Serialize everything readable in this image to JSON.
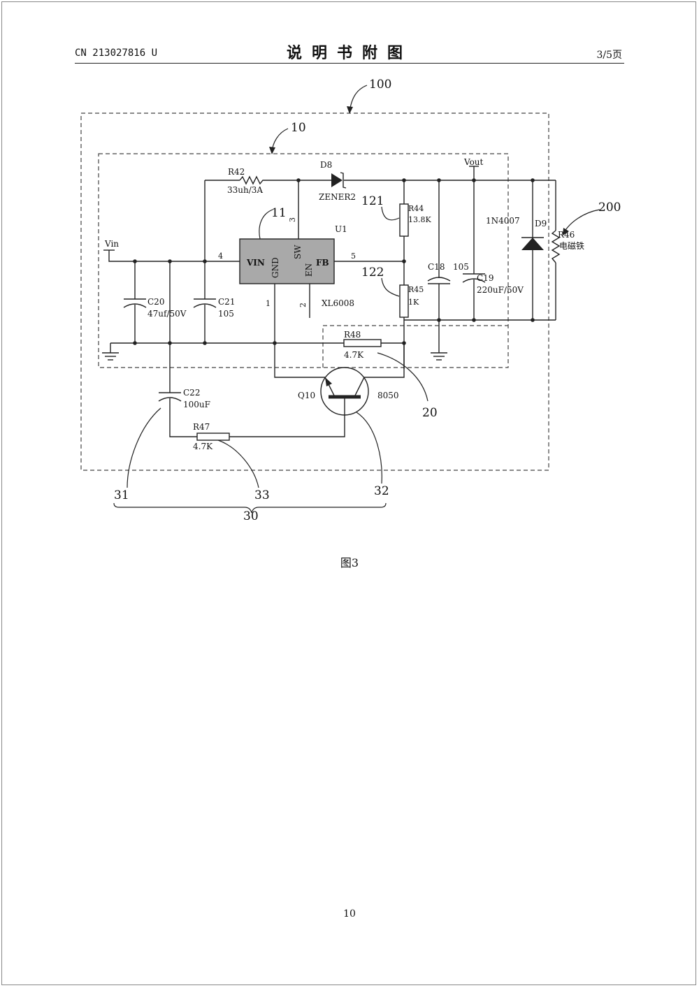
{
  "header": {
    "doc_number": "CN 213027816 U",
    "title": "说明书附图",
    "page_of": "3/5页"
  },
  "figure": {
    "caption": "图3",
    "labels": {
      "ref_100": "100",
      "ref_10": "10",
      "ref_11": "11",
      "ref_121": "121",
      "ref_122": "122",
      "ref_20": "20",
      "ref_200": "200",
      "ref_30": "30",
      "ref_31": "31",
      "ref_32": "32",
      "ref_33": "33",
      "vin": "Vin",
      "vout": "Vout",
      "r42": "R42",
      "r42_val": "33uh/3A",
      "d8": "D8",
      "d8_val": "ZENER2",
      "u1": "U1",
      "u1_part": "XL6008",
      "pin_vin": "VIN",
      "pin_gnd": "GND",
      "pin_sw": "SW",
      "pin_en": "EN",
      "pin_fb": "FB",
      "pin3": "3",
      "pin4": "4",
      "pin5": "5",
      "pin1": "1",
      "pin2": "2",
      "r44": "R44",
      "r44_val": "13.8K",
      "r45": "R45",
      "r45_val": "1K",
      "c18": "C18",
      "c18_val": "105",
      "c19": "C19",
      "c19_val": "220uF/50V",
      "d9": "D9",
      "d9_val": "1N4007",
      "r46": "R46",
      "r46_val": "电磁铁",
      "c20": "C20",
      "c20_val": "47uf/50V",
      "c21": "C21",
      "c21_val": "105",
      "r48": "R48",
      "r48_val": "4.7K",
      "q10": "Q10",
      "q10_val": "8050",
      "c22": "C22",
      "c22_val": "100uF",
      "r47": "R47",
      "r47_val": "4.7K"
    }
  },
  "footer": {
    "page_number": "10"
  }
}
